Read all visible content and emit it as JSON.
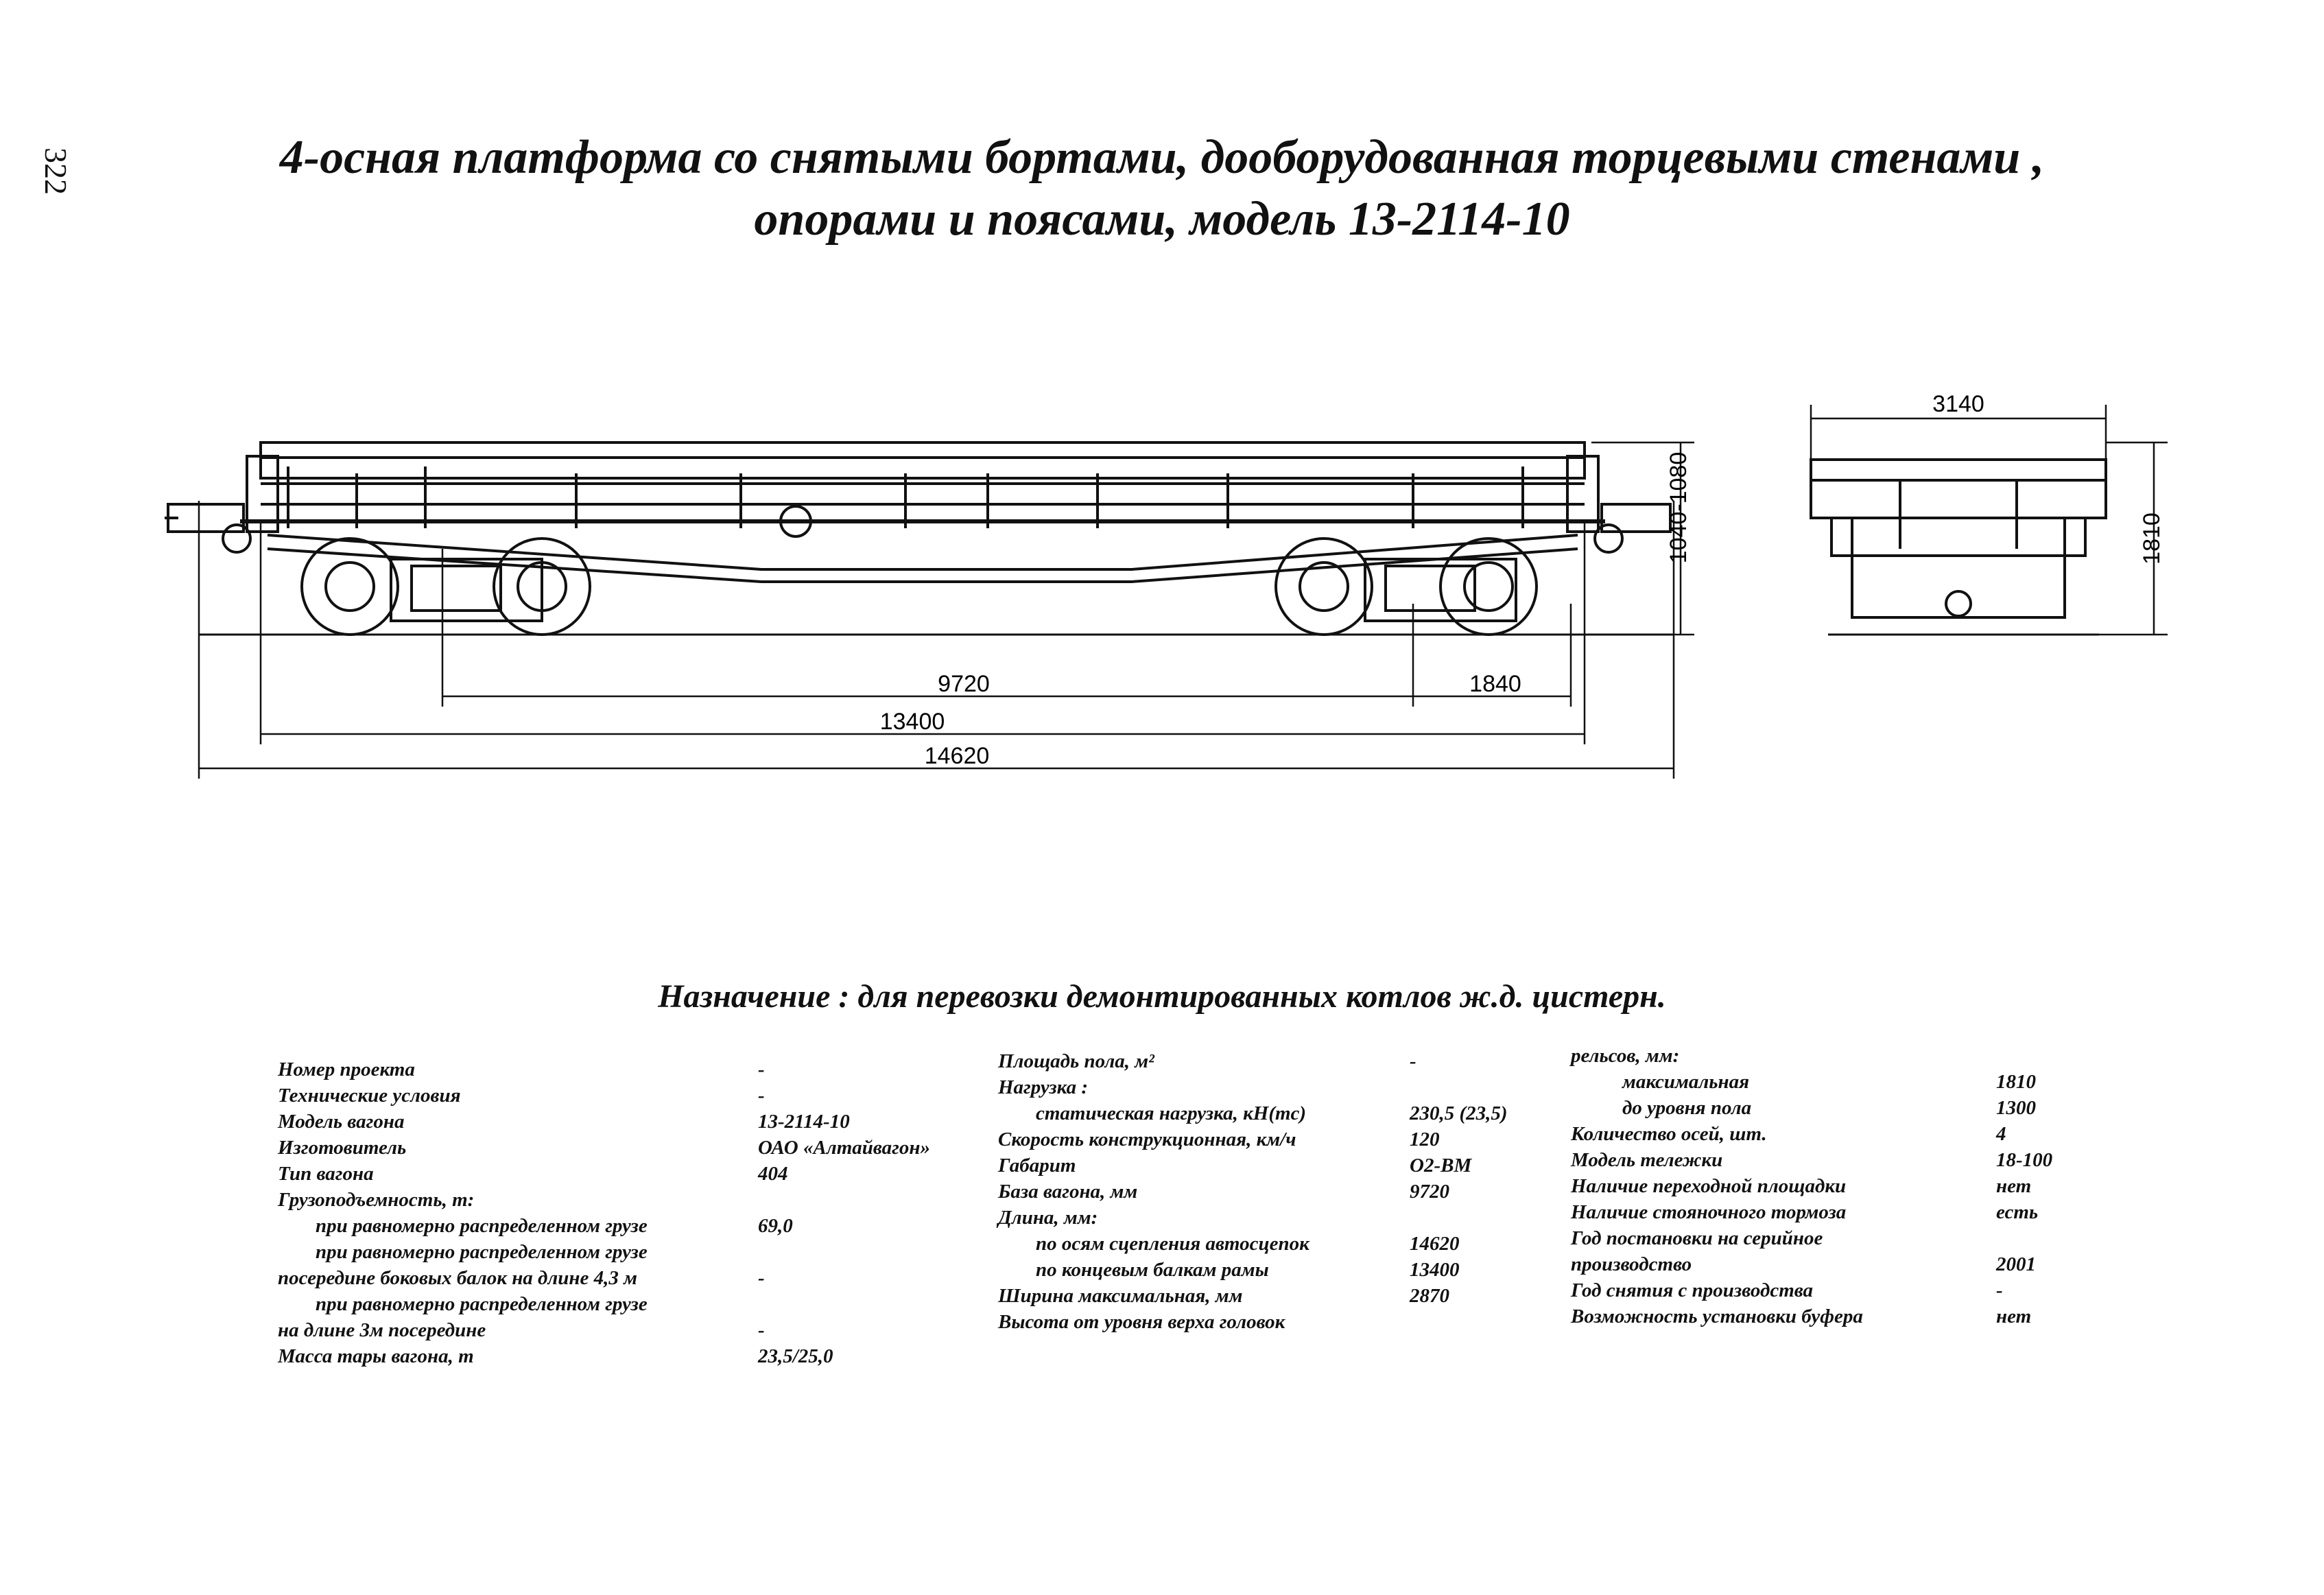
{
  "page_number": "322",
  "title": {
    "line1": "4-осная платформа со снятыми бортами, дооборудованная торцевыми стенами ,",
    "line2": "опорами и поясами, модель 13-2114-10"
  },
  "drawing": {
    "dimensions": {
      "height_side": "1040-1080",
      "width_end": "3140",
      "height_end": "1810",
      "base": "9720",
      "bogie_base": "1840",
      "length_end_beams": "13400",
      "length_couplers": "14620"
    }
  },
  "purpose": "Назначение : для перевозки демонтированных котлов ж.д. цистерн.",
  "specs": {
    "col1": [
      {
        "label": "Номер проекта",
        "value": "-"
      },
      {
        "label": "Технические условия",
        "value": "-"
      },
      {
        "label": "Модель вагона",
        "value": "13-2114-10"
      },
      {
        "label": "Изготовитель",
        "value": "ОАО «Алтайвагон»"
      },
      {
        "label": "Тип вагона",
        "value": "404"
      },
      {
        "label": "Грузоподъемность, т:",
        "value": ""
      },
      {
        "label": "при равномерно распределенном грузе",
        "value": "69,0"
      },
      {
        "label": "при равномерно распределенном грузе",
        "value": ""
      },
      {
        "label": "посередине боковых балок на длине 4,3 м",
        "value": "-"
      },
      {
        "label": "при равномерно распределенном грузе",
        "value": ""
      },
      {
        "label": "на длине 3м посередине",
        "value": "-"
      },
      {
        "label": "Масса тары вагона, т",
        "value": "23,5/25,0"
      }
    ],
    "col2": [
      {
        "label": "Площадь пола, м²",
        "value": "-"
      },
      {
        "label": "Нагрузка :",
        "value": ""
      },
      {
        "label": "статическая нагрузка, кН(тс)",
        "value": "230,5 (23,5)"
      },
      {
        "label": "Скорость конструкционная, км/ч",
        "value": "120"
      },
      {
        "label": "Габарит",
        "value": "О2-ВМ"
      },
      {
        "label": "База вагона, мм",
        "value": "9720"
      },
      {
        "label": "Длина, мм:",
        "value": ""
      },
      {
        "label": "по осям сцепления автосцепок",
        "value": "14620"
      },
      {
        "label": "по концевым балкам рамы",
        "value": "13400"
      },
      {
        "label": "Ширина максимальная, мм",
        "value": "2870"
      },
      {
        "label": "Высота от уровня верха головок",
        "value": ""
      }
    ],
    "col3": [
      {
        "label": "рельсов, мм:",
        "value": ""
      },
      {
        "label": "максимальная",
        "value": "1810"
      },
      {
        "label": "до уровня пола",
        "value": "1300"
      },
      {
        "label": "Количество осей, шт.",
        "value": "4"
      },
      {
        "label": "Модель тележки",
        "value": "18-100"
      },
      {
        "label": "Наличие переходной площадки",
        "value": "нет"
      },
      {
        "label": "Наличие стояночного тормоза",
        "value": "есть"
      },
      {
        "label": "Год постановки на серийное",
        "value": ""
      },
      {
        "label": "производство",
        "value": "2001"
      },
      {
        "label": "Год снятия с производства",
        "value": "-"
      },
      {
        "label": "Возможность установки буфера",
        "value": "нет"
      }
    ]
  }
}
